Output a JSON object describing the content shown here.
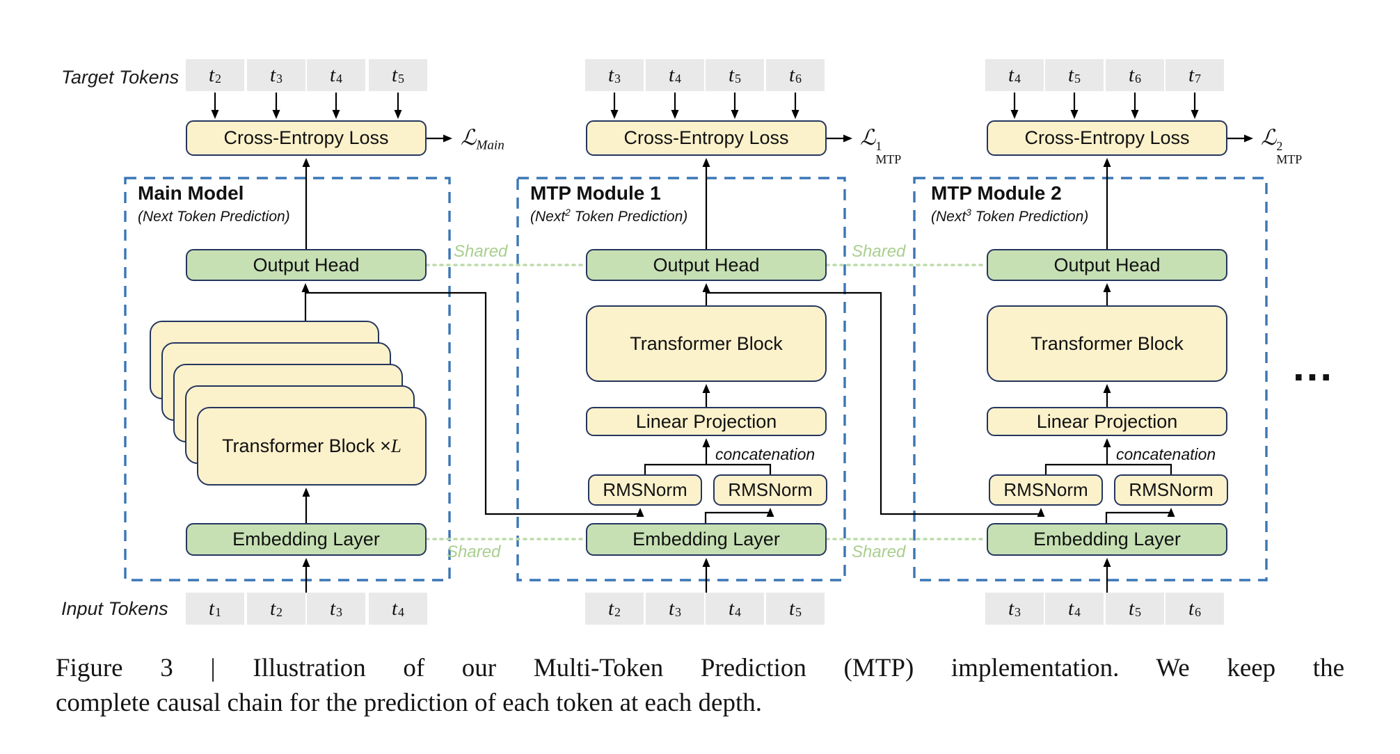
{
  "figure": {
    "target_tokens_label": "Target Tokens",
    "input_tokens_label": "Input Tokens",
    "shared_label": "Shared",
    "concatenation_label": "concatenation",
    "ellipsis": "...",
    "loss_symbol": "ℒ",
    "modules": [
      {
        "title": "Main Model",
        "subtitle_base": "(Next",
        "subtitle_sup": "",
        "subtitle_rest": " Token Prediction)",
        "cross_entropy_label": "Cross-Entropy Loss",
        "output_head_label": "Output Head",
        "embedding_label": "Embedding Layer",
        "transformer_label_base": "Transformer Block × ",
        "transformer_label_var": "L",
        "loss_sup": "",
        "loss_sub": "Main",
        "target_tokens": [
          [
            "t",
            "2"
          ],
          [
            "t",
            "3"
          ],
          [
            "t",
            "4"
          ],
          [
            "t",
            "5"
          ]
        ],
        "input_tokens": [
          [
            "t",
            "1"
          ],
          [
            "t",
            "2"
          ],
          [
            "t",
            "3"
          ],
          [
            "t",
            "4"
          ]
        ]
      },
      {
        "title": "MTP Module 1",
        "subtitle_base": "(Next",
        "subtitle_sup": "2",
        "subtitle_rest": " Token Prediction)",
        "cross_entropy_label": "Cross-Entropy Loss",
        "output_head_label": "Output Head",
        "embedding_label": "Embedding Layer",
        "transformer_label": "Transformer Block",
        "linear_projection_label": "Linear Projection",
        "rmsnorm_left_label": "RMSNorm",
        "rmsnorm_right_label": "RMSNorm",
        "loss_sup": "1",
        "loss_sub": "MTP",
        "target_tokens": [
          [
            "t",
            "3"
          ],
          [
            "t",
            "4"
          ],
          [
            "t",
            "5"
          ],
          [
            "t",
            "6"
          ]
        ],
        "input_tokens": [
          [
            "t",
            "2"
          ],
          [
            "t",
            "3"
          ],
          [
            "t",
            "4"
          ],
          [
            "t",
            "5"
          ]
        ]
      },
      {
        "title": "MTP Module 2",
        "subtitle_base": "(Next",
        "subtitle_sup": "3",
        "subtitle_rest": " Token Prediction)",
        "cross_entropy_label": "Cross-Entropy Loss",
        "output_head_label": "Output Head",
        "embedding_label": "Embedding Layer",
        "transformer_label": "Transformer Block",
        "linear_projection_label": "Linear Projection",
        "rmsnorm_left_label": "RMSNorm",
        "rmsnorm_right_label": "RMSNorm",
        "loss_sup": "2",
        "loss_sub": "MTP",
        "target_tokens": [
          [
            "t",
            "4"
          ],
          [
            "t",
            "5"
          ],
          [
            "t",
            "6"
          ],
          [
            "t",
            "7"
          ]
        ],
        "input_tokens": [
          [
            "t",
            "3"
          ],
          [
            "t",
            "4"
          ],
          [
            "t",
            "5"
          ],
          [
            "t",
            "6"
          ]
        ]
      }
    ],
    "caption": {
      "line1": "Figure 3 | Illustration of our Multi-Token Prediction (MTP) implementation.  We keep the",
      "line2": "complete causal chain for the prediction of each token at each depth."
    },
    "colors": {
      "box_yellow": "#FBF1CB",
      "box_green": "#C6E0B4",
      "token_gray": "#E9E9E9",
      "border_navy": "#24355E",
      "dashed_blue": "#3A76B5",
      "shared_green": "#A9CE8E"
    }
  }
}
